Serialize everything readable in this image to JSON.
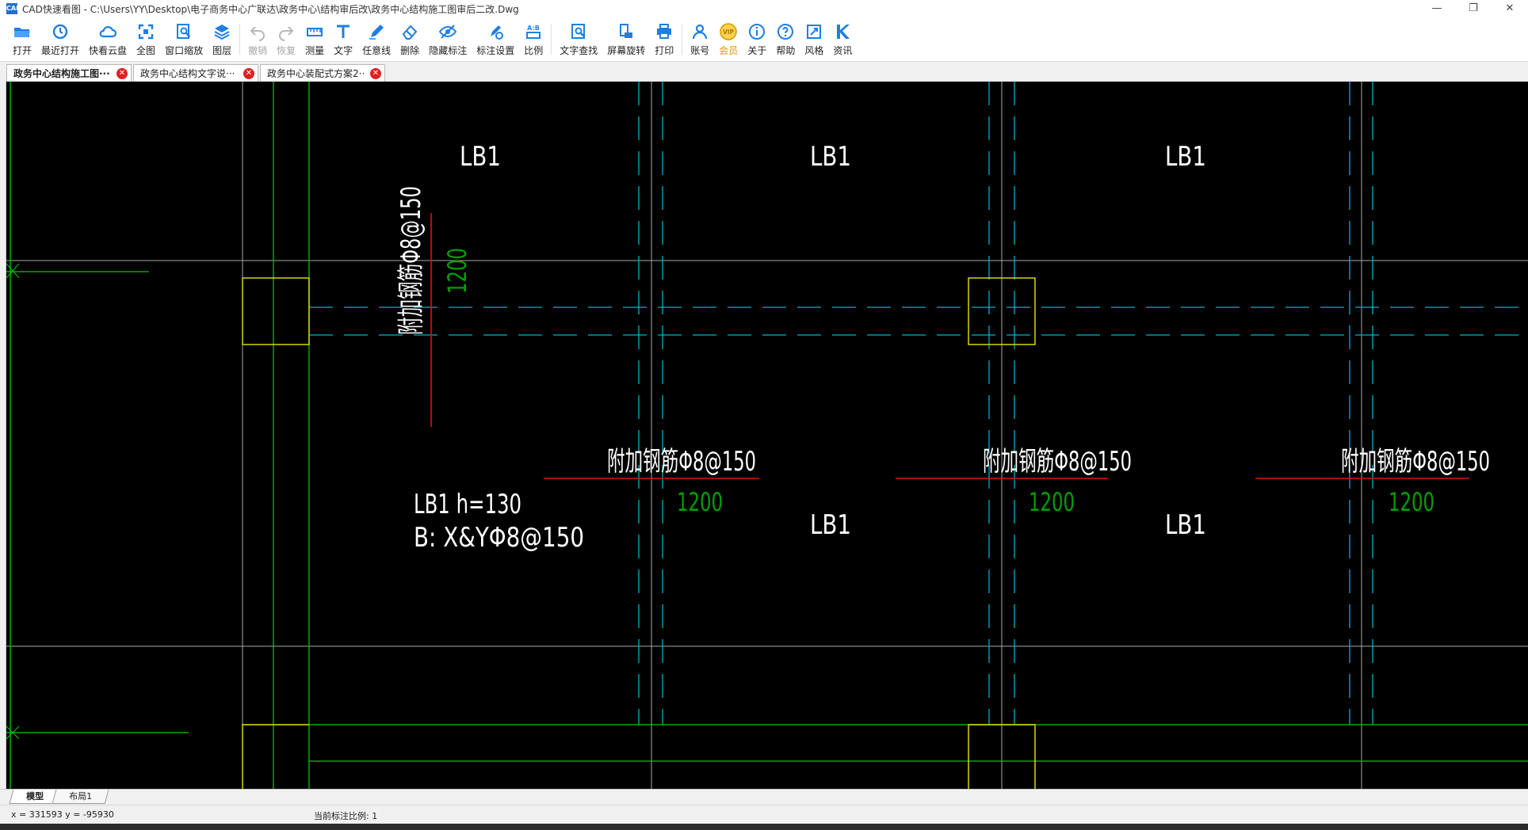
{
  "window": {
    "app_icon_text": "CAD",
    "title": "CAD快速看图 - C:\\Users\\YY\\Desktop\\电子商务中心广联达\\政务中心\\结构审后改\\政务中心结构施工图审后二改.Dwg",
    "minimize": "—",
    "restore": "❐",
    "close": "✕"
  },
  "toolbar": [
    {
      "label": "打开",
      "icon": "folder-open-icon",
      "enabled": true
    },
    {
      "label": "最近打开",
      "icon": "recent-clock-icon",
      "enabled": true
    },
    {
      "label": "快看云盘",
      "icon": "cloud-icon",
      "enabled": true
    },
    {
      "label": "全图",
      "icon": "fit-all-icon",
      "enabled": true
    },
    {
      "label": "窗口缩放",
      "icon": "zoom-window-icon",
      "enabled": true
    },
    {
      "label": "图层",
      "icon": "layers-icon",
      "enabled": true
    },
    {
      "label": "撤销",
      "icon": "undo-icon",
      "enabled": false
    },
    {
      "label": "恢复",
      "icon": "redo-icon",
      "enabled": false
    },
    {
      "label": "测量",
      "icon": "ruler-icon",
      "enabled": true
    },
    {
      "label": "文字",
      "icon": "text-icon",
      "enabled": true
    },
    {
      "label": "任意线",
      "icon": "pen-icon",
      "enabled": true
    },
    {
      "label": "删除",
      "icon": "eraser-icon",
      "enabled": true
    },
    {
      "label": "隐藏标注",
      "icon": "eye-hide-icon",
      "enabled": true
    },
    {
      "label": "标注设置",
      "icon": "annotation-settings-icon",
      "enabled": true
    },
    {
      "label": "比例",
      "icon": "scale-ratio-icon",
      "enabled": true
    },
    {
      "label": "文字查找",
      "icon": "text-search-icon",
      "enabled": true
    },
    {
      "label": "屏幕旋转",
      "icon": "rotate-screen-icon",
      "enabled": true
    },
    {
      "label": "打印",
      "icon": "printer-icon",
      "enabled": true
    },
    {
      "label": "账号",
      "icon": "user-icon",
      "enabled": true
    },
    {
      "label": "会员",
      "icon": "vip-icon",
      "enabled": true
    },
    {
      "label": "关于",
      "icon": "info-icon",
      "enabled": true
    },
    {
      "label": "帮助",
      "icon": "help-icon",
      "enabled": true
    },
    {
      "label": "风格",
      "icon": "style-icon",
      "enabled": true
    },
    {
      "label": "资讯",
      "icon": "news-icon",
      "enabled": true
    }
  ],
  "tabs": [
    {
      "label": "政务中心结构施工图···",
      "active": true
    },
    {
      "label": "政务中心结构文字说···",
      "active": false
    },
    {
      "label": "政务中心装配式方案2···",
      "active": false
    }
  ],
  "drawing": {
    "labels": {
      "lb1": "LB1",
      "rebar_note": "附加钢筋Φ8@150",
      "dim_1200": "1200",
      "slab_spec_line1": "LB1 h=130",
      "slab_spec_line2": "B: X&YΦ8@150"
    },
    "colors": {
      "background": "#000000",
      "grid_line": "#a8a8a8",
      "column": "#e6e600",
      "wall": "#00c800",
      "hidden_beam": "#00b0c8",
      "rebar": "#e01010",
      "dimension": "#00a000",
      "text": "#ffffff"
    }
  },
  "layout_tabs": [
    {
      "label": "模型",
      "active": true
    },
    {
      "label": "布局1",
      "active": false
    }
  ],
  "status": {
    "coords": "x = 331593  y = -95930",
    "scale": "当前标注比例: 1"
  }
}
